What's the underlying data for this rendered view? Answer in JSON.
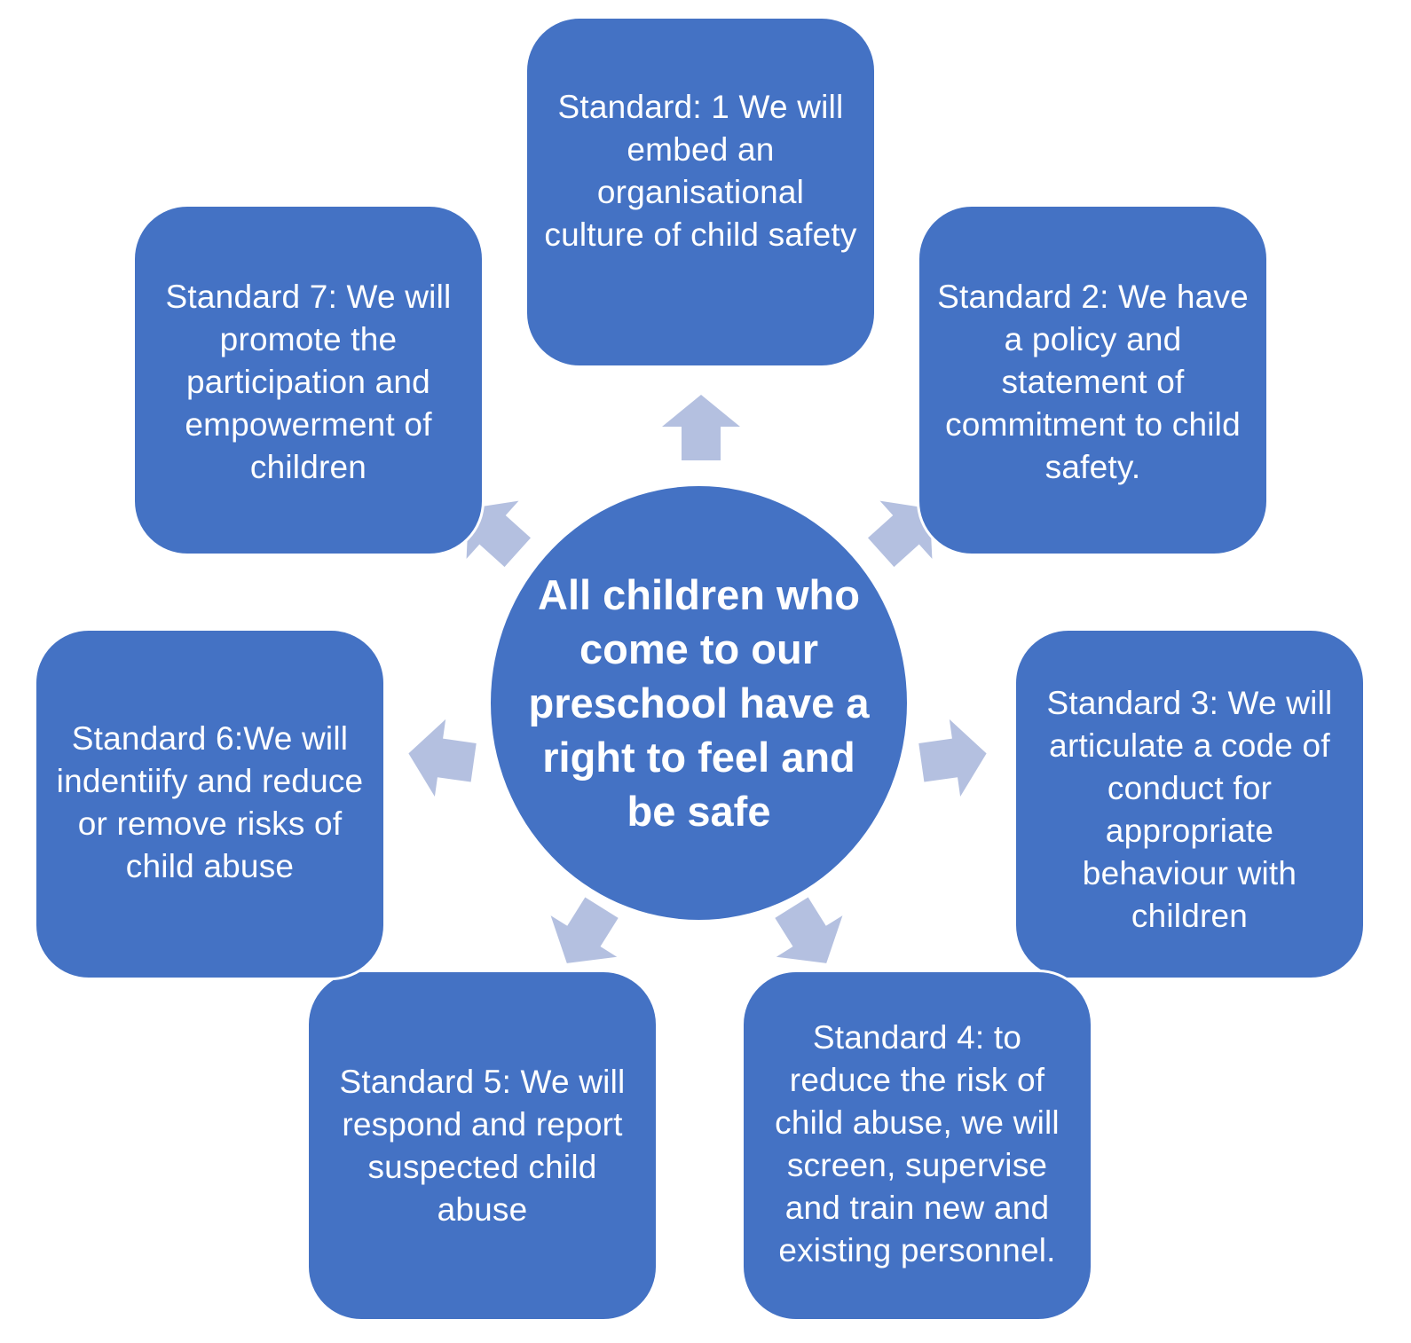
{
  "center": {
    "text": "All children who come to our preschool have a right to feel and be safe"
  },
  "standards": [
    {
      "text": "Standard: 1 We will embed  an organisational culture of child safety"
    },
    {
      "text": "Standard 2: We have a policy and statement of commitment to child safety."
    },
    {
      "text": "Standard 3: We will articulate a code of conduct for appropriate behaviour with children"
    },
    {
      "text": "Standard 4: to reduce the risk of child abuse, we will screen, supervise and train new and existing personnel."
    },
    {
      "text": "Standard 5: We will respond and report suspected child abuse"
    },
    {
      "text": "Standard 6:We will indentiify and reduce or remove risks of child abuse"
    },
    {
      "text": "Standard 7: We will promote the participation and empowerment of children"
    }
  ],
  "colors": {
    "box_fill": "#4472c4",
    "arrow_fill": "#b4c0e0",
    "text": "#ffffff"
  }
}
